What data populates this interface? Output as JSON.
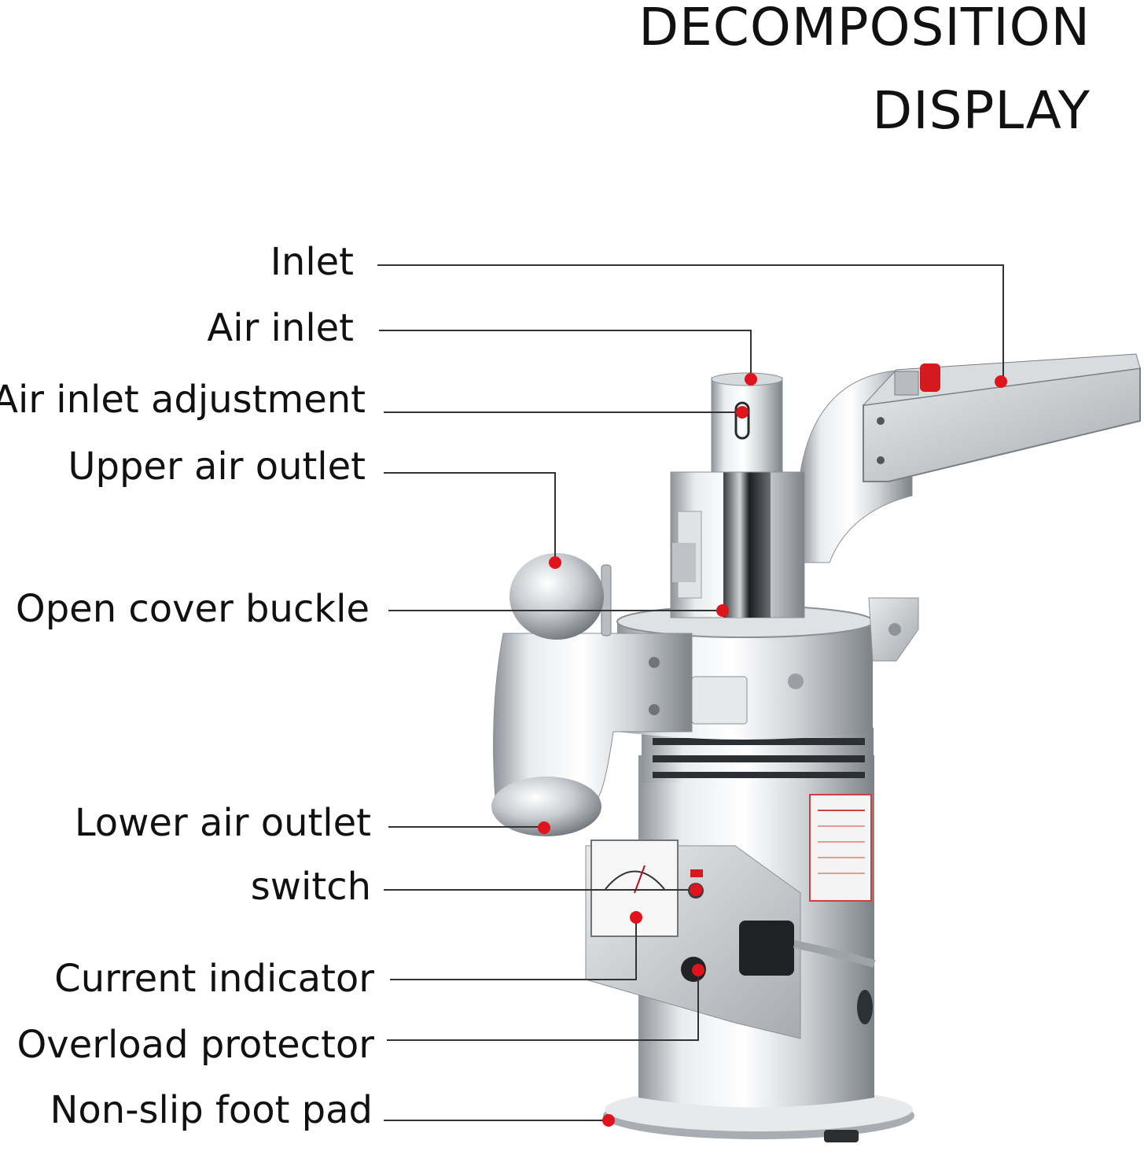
{
  "title": {
    "line1": "DECOMPOSITION",
    "line2": "DISPLAY"
  },
  "labels": [
    {
      "id": "inlet",
      "text": "Inlet"
    },
    {
      "id": "air-inlet",
      "text": "Air inlet"
    },
    {
      "id": "air-inlet-adjustment",
      "text": "Air inlet adjustment"
    },
    {
      "id": "upper-air-outlet",
      "text": "Upper air outlet"
    },
    {
      "id": "open-cover-buckle",
      "text": "Open cover buckle"
    },
    {
      "id": "lower-air-outlet",
      "text": "Lower air outlet"
    },
    {
      "id": "switch",
      "text": "switch"
    },
    {
      "id": "current-indicator",
      "text": "Current indicator"
    },
    {
      "id": "overload-protector",
      "text": "Overload protector"
    },
    {
      "id": "non-slip-foot-pad",
      "text": "Non-slip foot pad"
    }
  ],
  "colors": {
    "marker": "#e0141c",
    "leader": "#333333",
    "metal": "#c9cdd1"
  }
}
